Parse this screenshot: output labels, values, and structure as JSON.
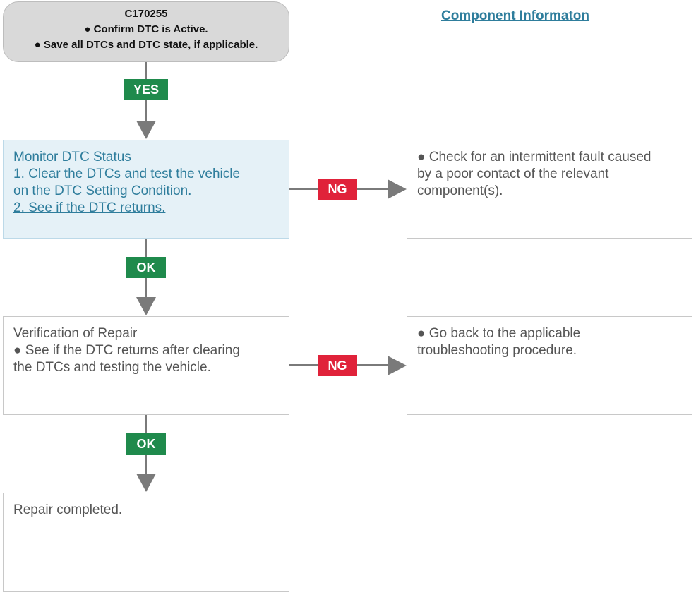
{
  "start": {
    "code": "C170255",
    "line1": "● Confirm DTC is Active.",
    "line2": "● Save all DTCs and DTC state, if applicable."
  },
  "component_link": "Component Informaton",
  "labels": {
    "yes": "YES",
    "ok": "OK",
    "ng": "NG"
  },
  "monitor": {
    "title": "Monitor DTC Status",
    "step1a": "1. Clear the DTCs and test the vehicle",
    "step1b": "on the DTC Setting Condition.",
    "step2": "2. See if the DTC returns."
  },
  "intermittent": {
    "line1": "● Check for an intermittent fault caused",
    "line2": "by a poor contact of the relevant",
    "line3": "component(s)."
  },
  "verification": {
    "title": "Verification of Repair",
    "line1": "● See if the DTC returns after clearing",
    "line2": "the DTCs and testing the vehicle."
  },
  "go_back": {
    "line1": "● Go back to the applicable",
    "line2": "troubleshooting procedure."
  },
  "repair": {
    "text": "Repair completed."
  },
  "colors": {
    "ok_green": "#1f8a4c",
    "ng_red": "#e0223a",
    "link_blue": "#2e7d9c",
    "connector_gray": "#7a7a7a",
    "highlight_bg": "#e5f1f7"
  }
}
